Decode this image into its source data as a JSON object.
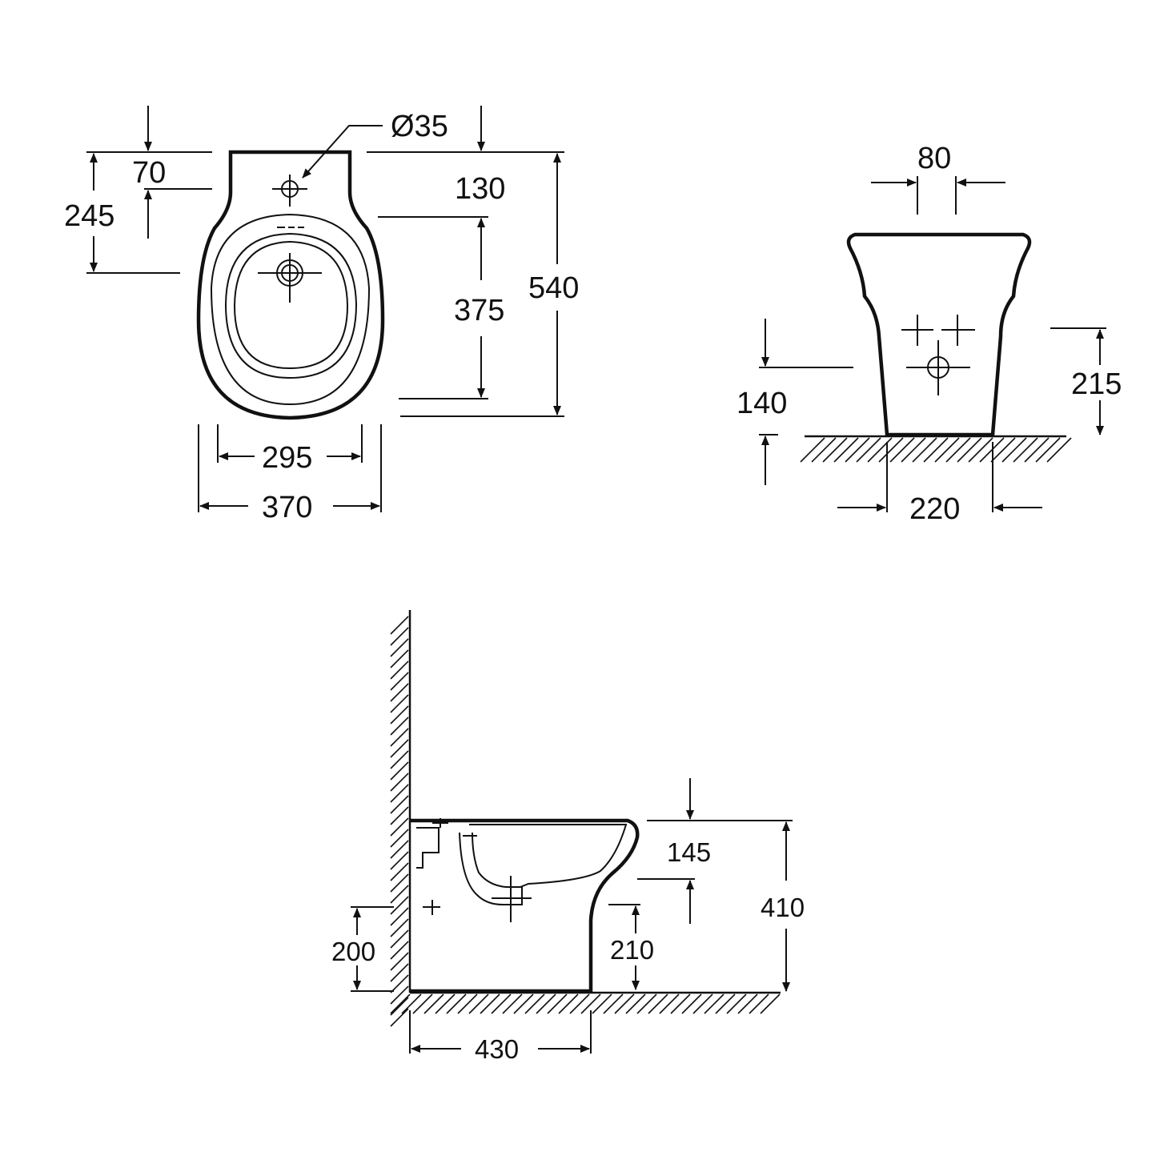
{
  "top_view": {
    "dims": {
      "d70": "70",
      "d245": "245",
      "hole": "Ø35",
      "d130": "130",
      "d375": "375",
      "d540": "540",
      "d295": "295",
      "d370": "370"
    }
  },
  "front_view": {
    "dims": {
      "d80": "80",
      "d215": "215",
      "d140": "140",
      "d220": "220"
    }
  },
  "side_view": {
    "dims": {
      "d145": "145",
      "d410": "410",
      "d200": "200",
      "d210": "210",
      "d430": "430"
    }
  },
  "colors": {
    "line": "#111111",
    "background": "#ffffff"
  }
}
